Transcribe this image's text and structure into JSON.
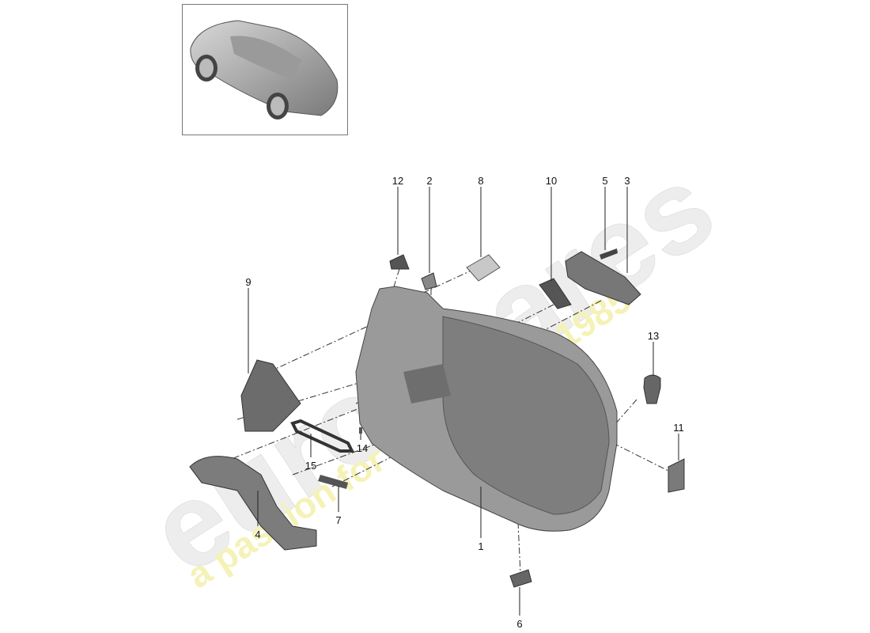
{
  "watermark": {
    "brand": "eurospares",
    "tagline": "a passion for parts since 1985",
    "brand_color": "#e8e8e8",
    "tagline_color": "#f3f0a8"
  },
  "thumbnail": {
    "icon": "car-overview-icon"
  },
  "callouts": [
    {
      "id": "12",
      "label": "12"
    },
    {
      "id": "2",
      "label": "2"
    },
    {
      "id": "8",
      "label": "8"
    },
    {
      "id": "10",
      "label": "10"
    },
    {
      "id": "5",
      "label": "5"
    },
    {
      "id": "3",
      "label": "3"
    },
    {
      "id": "9",
      "label": "9"
    },
    {
      "id": "13",
      "label": "13"
    },
    {
      "id": "11",
      "label": "11"
    },
    {
      "id": "15",
      "label": "15"
    },
    {
      "id": "14",
      "label": "14"
    },
    {
      "id": "4",
      "label": "4"
    },
    {
      "id": "7",
      "label": "7"
    },
    {
      "id": "1",
      "label": "1"
    },
    {
      "id": "6",
      "label": "6"
    }
  ]
}
